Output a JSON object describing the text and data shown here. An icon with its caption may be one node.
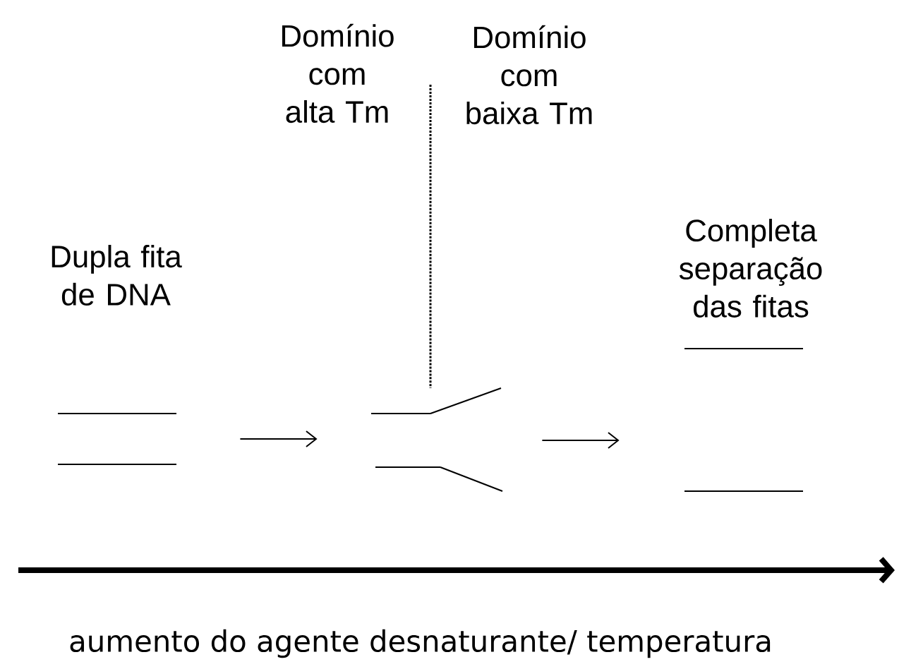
{
  "diagram": {
    "nodes": [
      {
        "text": [],
        "shape": "picture"
      },
      {
        "text": [],
        "shape": "picture",
        "beside": [
          "Domínio com alta Tm",
          "Domínio com baixa Tm"
        ]
      },
      {
        "text": [],
        "shape": "picture",
        "beside": [
          "Completa separação  das fitas"
        ]
      }
    ],
    "edges": [
      {
        "from": 0,
        "to": 1,
        "arrow": "to"
      },
      {
        "from": 1,
        "to": 2,
        "arrow": "to"
      }
    ],
    "labels": [
      "Dupla fita de DNA",
      "aumento do agente desnaturante/ temperatura"
    ]
  }
}
